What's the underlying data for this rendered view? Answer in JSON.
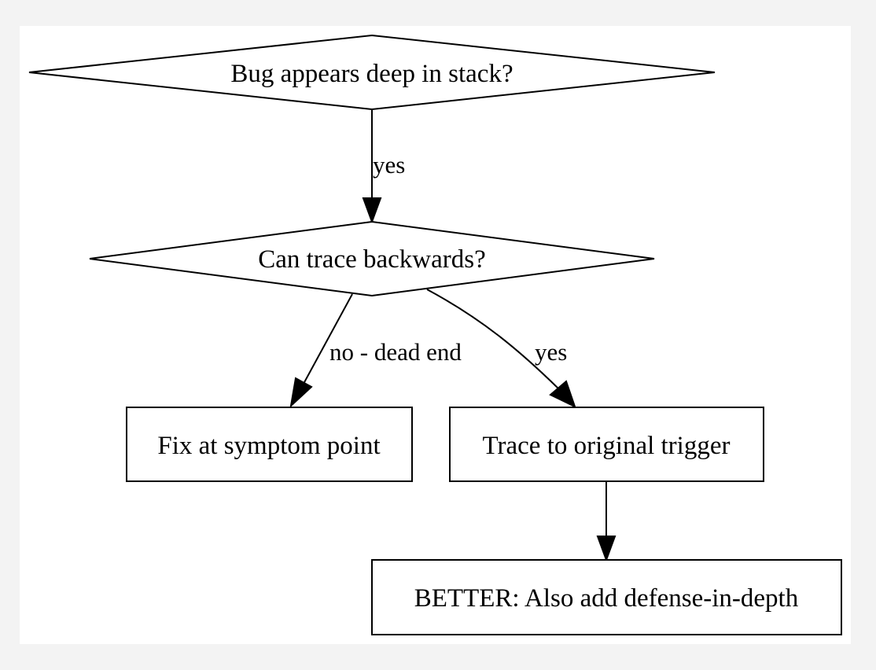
{
  "diagram": {
    "nodes": {
      "bug_deep": {
        "label": "Bug appears deep in stack?",
        "shape": "diamond"
      },
      "can_trace": {
        "label": "Can trace backwards?",
        "shape": "diamond"
      },
      "fix_symptom": {
        "label": "Fix at symptom point",
        "shape": "box"
      },
      "trace_trigger": {
        "label": "Trace to original trigger",
        "shape": "box"
      },
      "defense": {
        "label": "BETTER: Also add defense-in-depth",
        "shape": "box"
      }
    },
    "edges": {
      "bug_to_trace": {
        "from": "bug_deep",
        "to": "can_trace",
        "label": "yes"
      },
      "trace_to_fix": {
        "from": "can_trace",
        "to": "fix_symptom",
        "label": "no - dead end"
      },
      "trace_to_trigger": {
        "from": "can_trace",
        "to": "trace_trigger",
        "label": "yes"
      },
      "trigger_to_defense": {
        "from": "trace_trigger",
        "to": "defense",
        "label": ""
      }
    },
    "colors": {
      "background": "#f3f3f3",
      "canvas": "#ffffff",
      "stroke": "#000000"
    }
  }
}
